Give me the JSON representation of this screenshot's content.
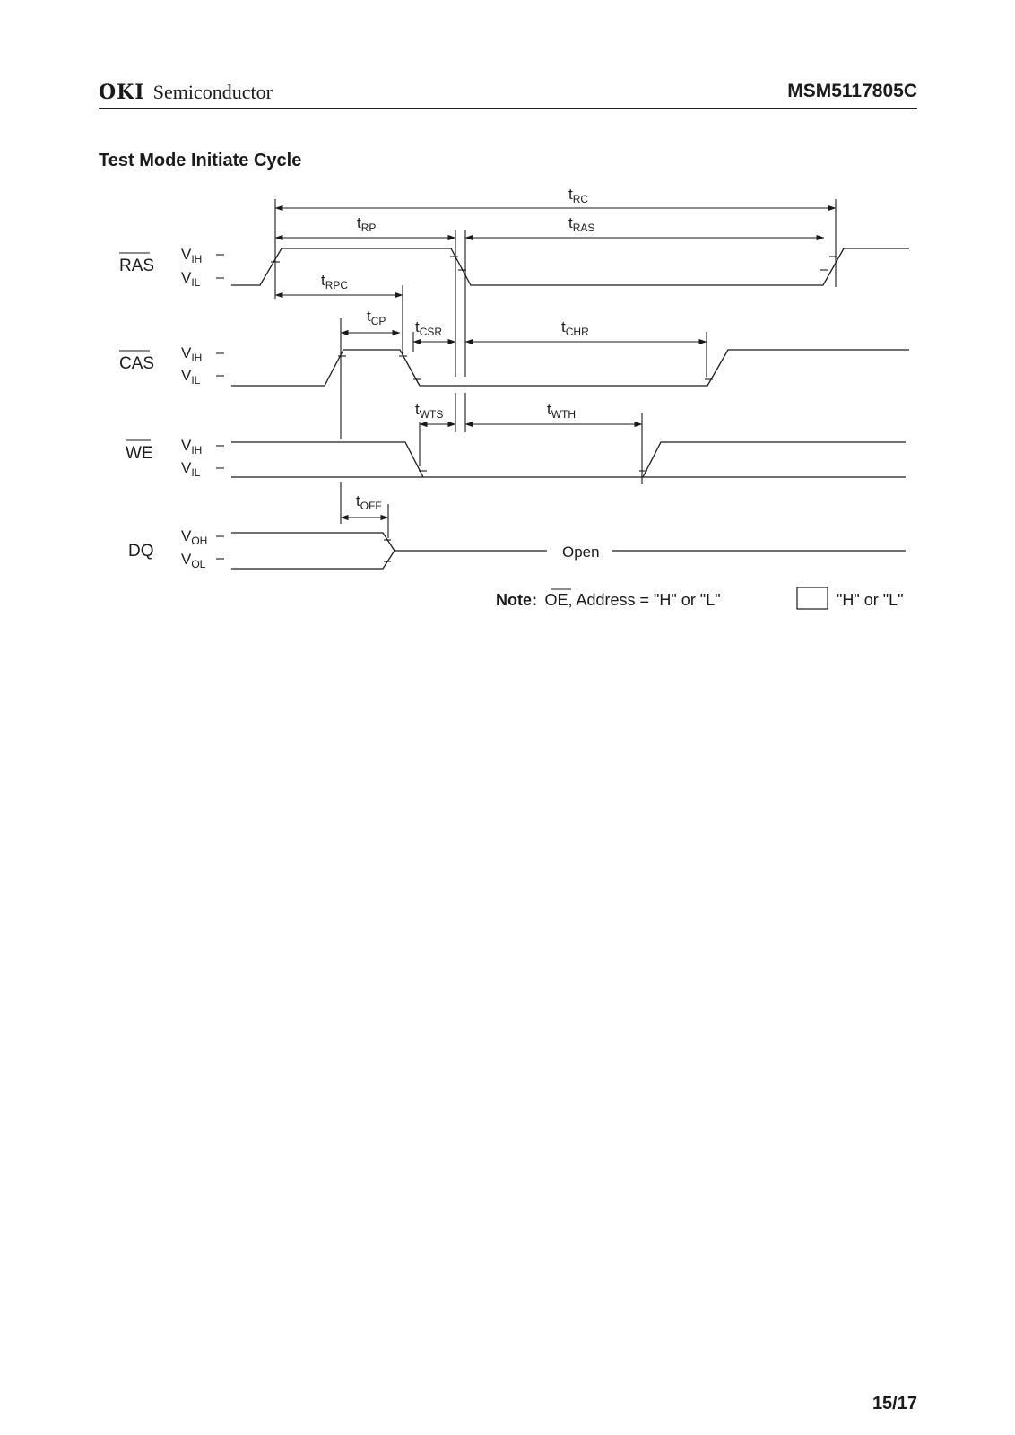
{
  "header": {
    "brand_logo": "OKI",
    "brand_name": "Semiconductor",
    "part_number": "MSM5117805C"
  },
  "section_title": "Test Mode Initiate Cycle",
  "signals": {
    "ras": {
      "name": "RAS",
      "high": "V",
      "high_sub": "IH",
      "low": "V",
      "low_sub": "IL"
    },
    "cas": {
      "name": "CAS",
      "high": "V",
      "high_sub": "IH",
      "low": "V",
      "low_sub": "IL"
    },
    "we": {
      "name": "WE",
      "high": "V",
      "high_sub": "IH",
      "low": "V",
      "low_sub": "IL"
    },
    "dq": {
      "name": "DQ",
      "high": "V",
      "high_sub": "OH",
      "low": "V",
      "low_sub": "OL"
    }
  },
  "timing_params": {
    "trc": {
      "t": "t",
      "sub": "RC"
    },
    "trp": {
      "t": "t",
      "sub": "RP"
    },
    "tras": {
      "t": "t",
      "sub": "RAS"
    },
    "trpc": {
      "t": "t",
      "sub": "RPC"
    },
    "tcp": {
      "t": "t",
      "sub": "CP"
    },
    "tcsr": {
      "t": "t",
      "sub": "CSR"
    },
    "tchr": {
      "t": "t",
      "sub": "CHR"
    },
    "twts": {
      "t": "t",
      "sub": "WTS"
    },
    "twth": {
      "t": "t",
      "sub": "WTH"
    },
    "toff": {
      "t": "t",
      "sub": "OFF"
    }
  },
  "dq_state": "Open",
  "note": {
    "label": "Note:",
    "oe": "OE",
    "text": ", Address = \"H\" or \"L\""
  },
  "legend": {
    "text": "\"H\" or \"L\""
  },
  "footer": {
    "page_number": "15/17"
  }
}
